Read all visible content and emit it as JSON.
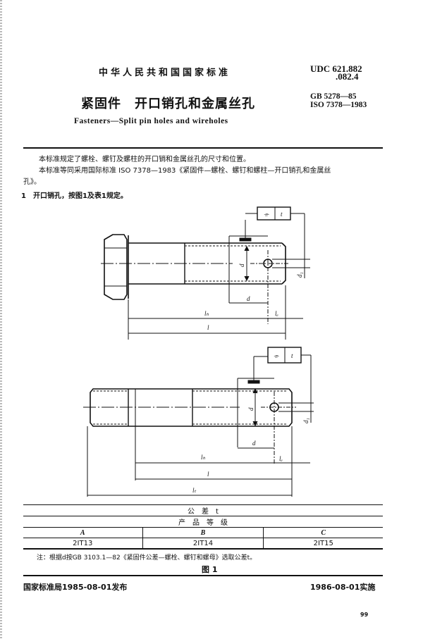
{
  "header": {
    "organization": "中华人民共和国国家标准",
    "udc_line1": "UDC 621.882",
    "udc_line2": ".082.4",
    "title_cn": "紧固件　开口销孔和金属丝孔",
    "gb_number": "GB 5278—85",
    "iso_number": "ISO 7378—1983",
    "title_en": "Fasteners—Split pin holes and wireholes"
  },
  "body": {
    "para1": "本标准规定了螺栓、螺钉及螺柱的开口销和金属丝孔的尺寸和位置。",
    "para2_line1": "本标准等同采用国际标准 ISO 7378—1983《紧固件—螺栓、螺钉和螺柱—开口销孔和金属丝",
    "para2_line2": "孔》。",
    "section1": "1　开口销孔，按图1及表1规定。"
  },
  "figure": {
    "labels": {
      "d": "d",
      "d1": "d₁",
      "lh": "lₕ",
      "le": "lₑ",
      "l": "l",
      "lt": "lₜ",
      "tolerance_symbol": "⌯",
      "tolerance_value": "t"
    },
    "tolerance_table": {
      "header1": "公　差　t",
      "header2": "产　品　等　级",
      "grades": [
        "A",
        "B",
        "C"
      ],
      "values": [
        "2IT13",
        "2IT14",
        "2IT15"
      ]
    },
    "note": "注：根据d按GB 3103.1—82《紧固件公差—螺栓、螺钉和螺母》选取公差t。",
    "caption": "图 1"
  },
  "footer": {
    "issued": "国家标准局1985-08-01发布",
    "effective": "1986-08-01实施",
    "page_number": "99"
  }
}
